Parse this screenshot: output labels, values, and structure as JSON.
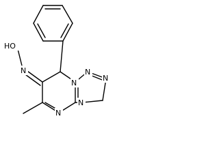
{
  "structure": {
    "atoms": {
      "n1": "N",
      "n2": "N",
      "n3": "N",
      "n4": "N",
      "n5": "N",
      "oh": "HO",
      "n_oxime": "N"
    },
    "colors": {
      "bond": "#000000",
      "background": "#ffffff"
    }
  }
}
